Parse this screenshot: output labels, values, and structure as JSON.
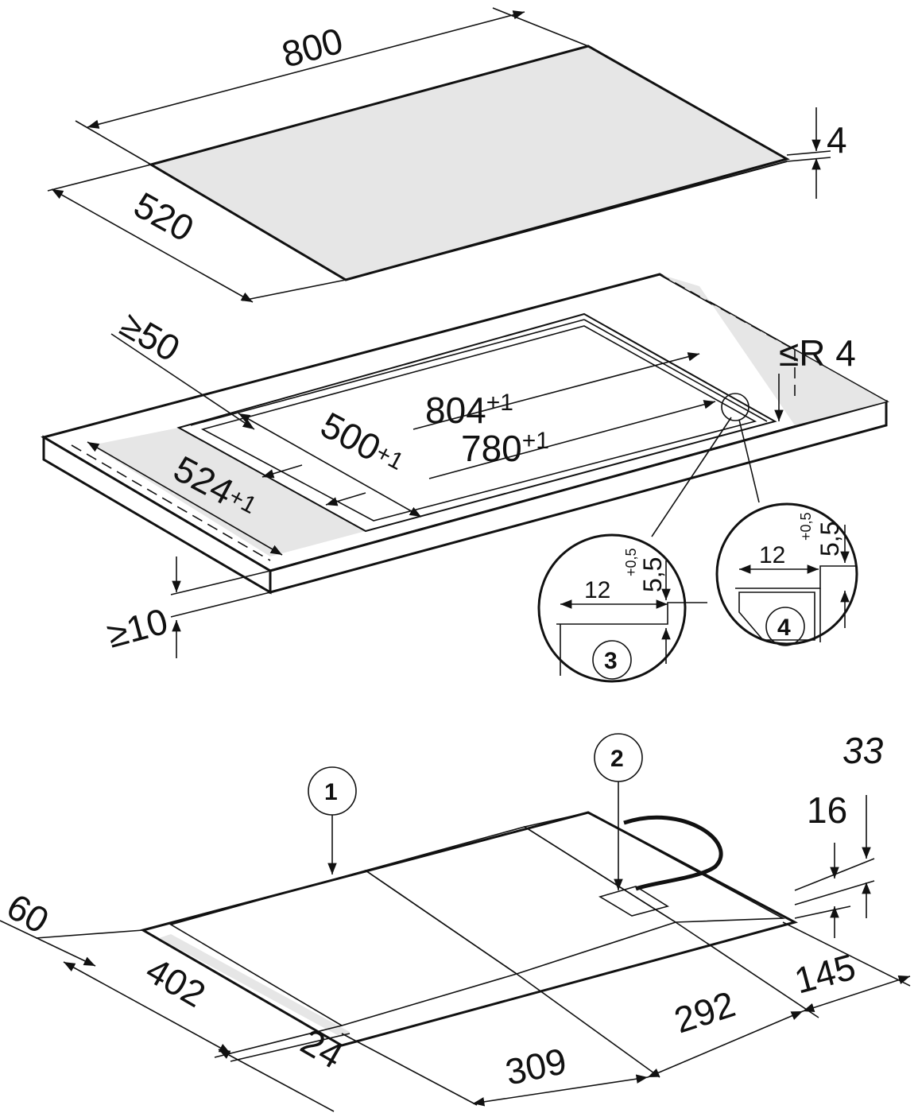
{
  "colors": {
    "surface": "#e6e6e6",
    "line": "#111111",
    "background": "#ffffff"
  },
  "glass": {
    "width": "800",
    "depth": "520",
    "thickness": "4"
  },
  "cutout": {
    "min_front": "≥50",
    "radius": "≤R 4",
    "outer_length": "804",
    "outer_length_tol": "+1",
    "inner_length": "780",
    "inner_length_tol": "+1",
    "depth": "500",
    "depth_tol": "+1",
    "outer_depth": "524",
    "outer_depth_tol": "+1",
    "min_thickness": "≥10"
  },
  "detail3": {
    "number": "3",
    "width": "12",
    "depth": "5,5",
    "depth_tol": "+0,5"
  },
  "detail4": {
    "number": "4",
    "width": "12",
    "depth": "5,5",
    "depth_tol": "+0,5"
  },
  "hob": {
    "callout1": "1",
    "callout2": "2",
    "h33": "33",
    "h16": "16",
    "d60": "60",
    "d402": "402",
    "d24": "24",
    "w309": "309",
    "w292": "292",
    "w145": "145"
  }
}
